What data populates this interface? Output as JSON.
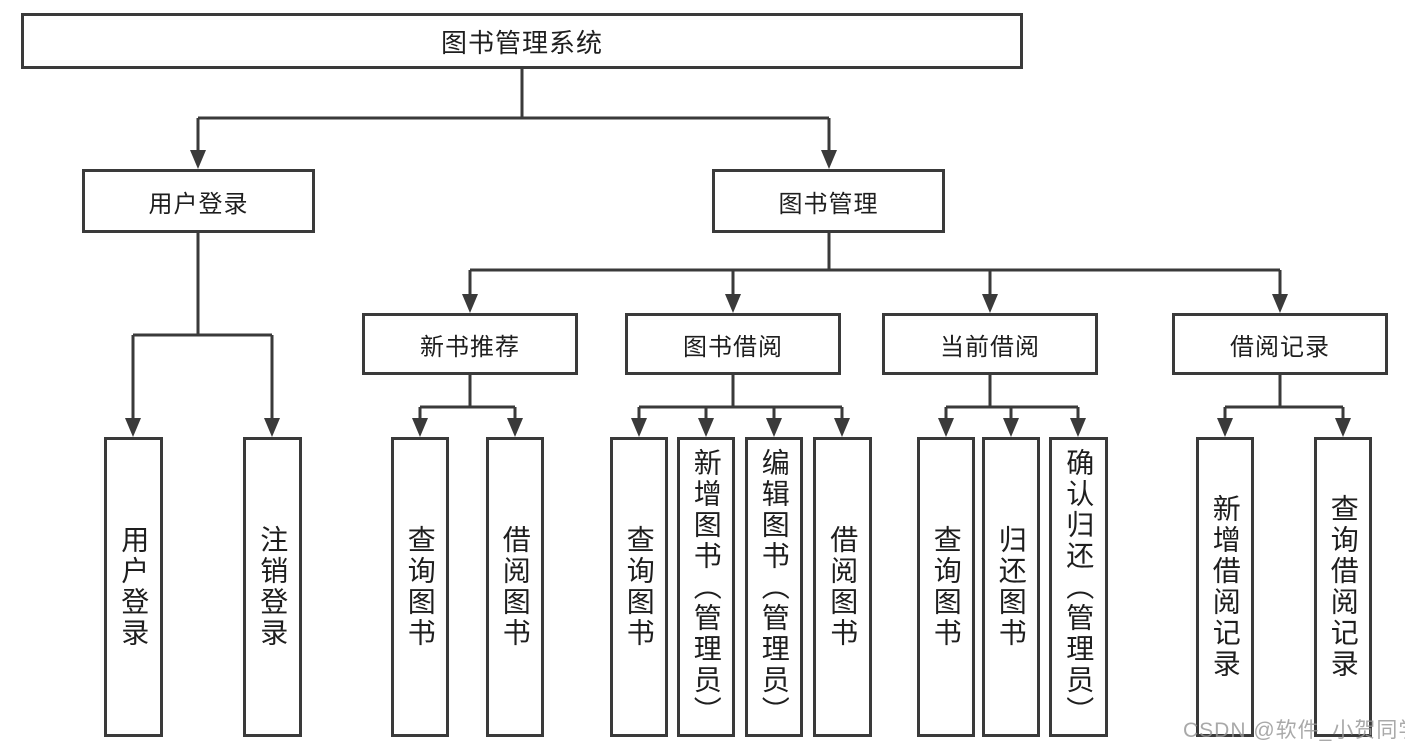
{
  "diagram_title": "图书管理系统",
  "nodes": {
    "root": "图书管理系统",
    "user_login": "用户登录",
    "book_mgmt": "图书管理",
    "new_book_rec": "新书推荐",
    "book_borrow": "图书借阅",
    "current_borrow": "当前借阅",
    "borrow_records": "借阅记录",
    "user_login_children": {
      "login": "用户登录",
      "logout": "注销登录"
    },
    "new_book_rec_children": {
      "query_books": "查询图书",
      "borrow_books": "借阅图书"
    },
    "book_borrow_children": {
      "query_books": "查询图书",
      "add_books": "新增图书（管理员）",
      "edit_books": "编辑图书（管理员）",
      "borrow_books": "借阅图书"
    },
    "current_borrow_children": {
      "query_books": "查询图书",
      "return_books": "归还图书",
      "confirm_return": "确认归还（管理员）"
    },
    "borrow_records_children": {
      "add_record": "新增借阅记录",
      "query_record": "查询借阅记录"
    }
  },
  "watermark": "CSDN @软件_小贺同学",
  "colors": {
    "line": "#3a3a3a",
    "text": "#1e1e1e",
    "background": "#ffffff",
    "watermark": "#969696"
  }
}
